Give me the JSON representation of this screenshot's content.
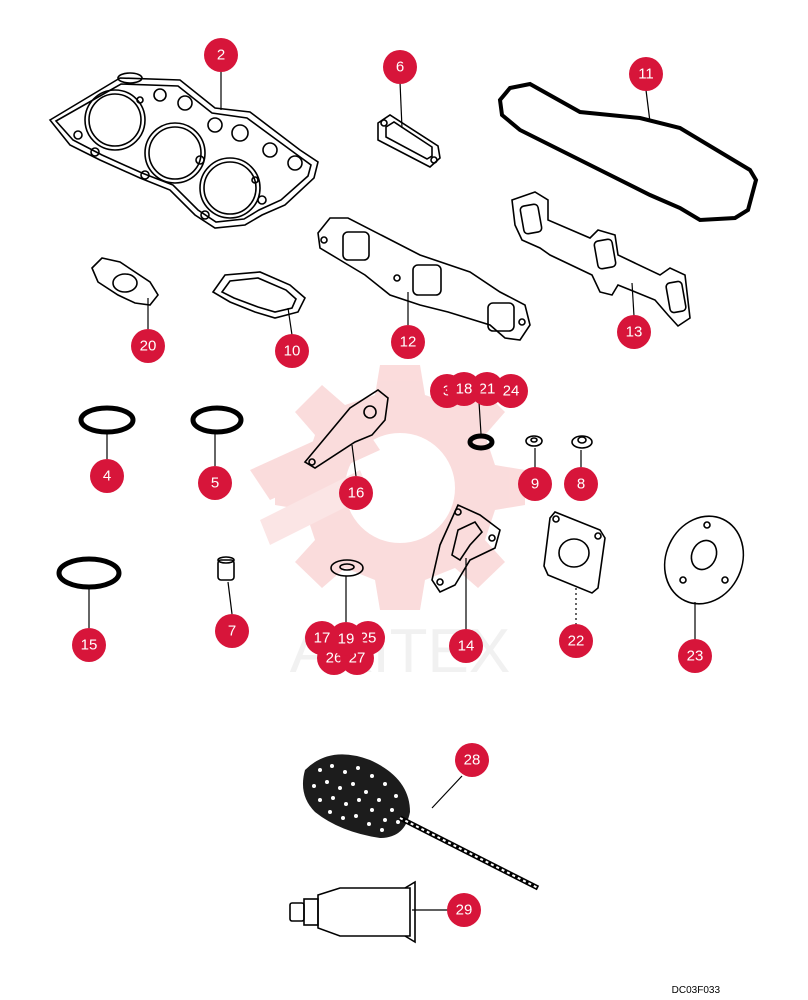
{
  "diagram": {
    "code": "DC03F033",
    "watermark": "AKITEX",
    "callouts": {
      "c2": "2",
      "c3": "3",
      "c4": "4",
      "c5": "5",
      "c6": "6",
      "c7": "7",
      "c8": "8",
      "c9": "9",
      "c10": "10",
      "c11": "11",
      "c12": "12",
      "c13": "13",
      "c14": "14",
      "c15": "15",
      "c16": "16",
      "c17": "17",
      "c18": "18",
      "c19": "19",
      "c20": "20",
      "c21": "21",
      "c22": "22",
      "c23": "23",
      "c24": "24",
      "c25": "25",
      "c26": "26",
      "c27": "27",
      "c28": "28",
      "c29": "29"
    },
    "colors": {
      "callout": "#d7153a",
      "watermark": "#f5b7b7",
      "line": "#000000"
    }
  }
}
